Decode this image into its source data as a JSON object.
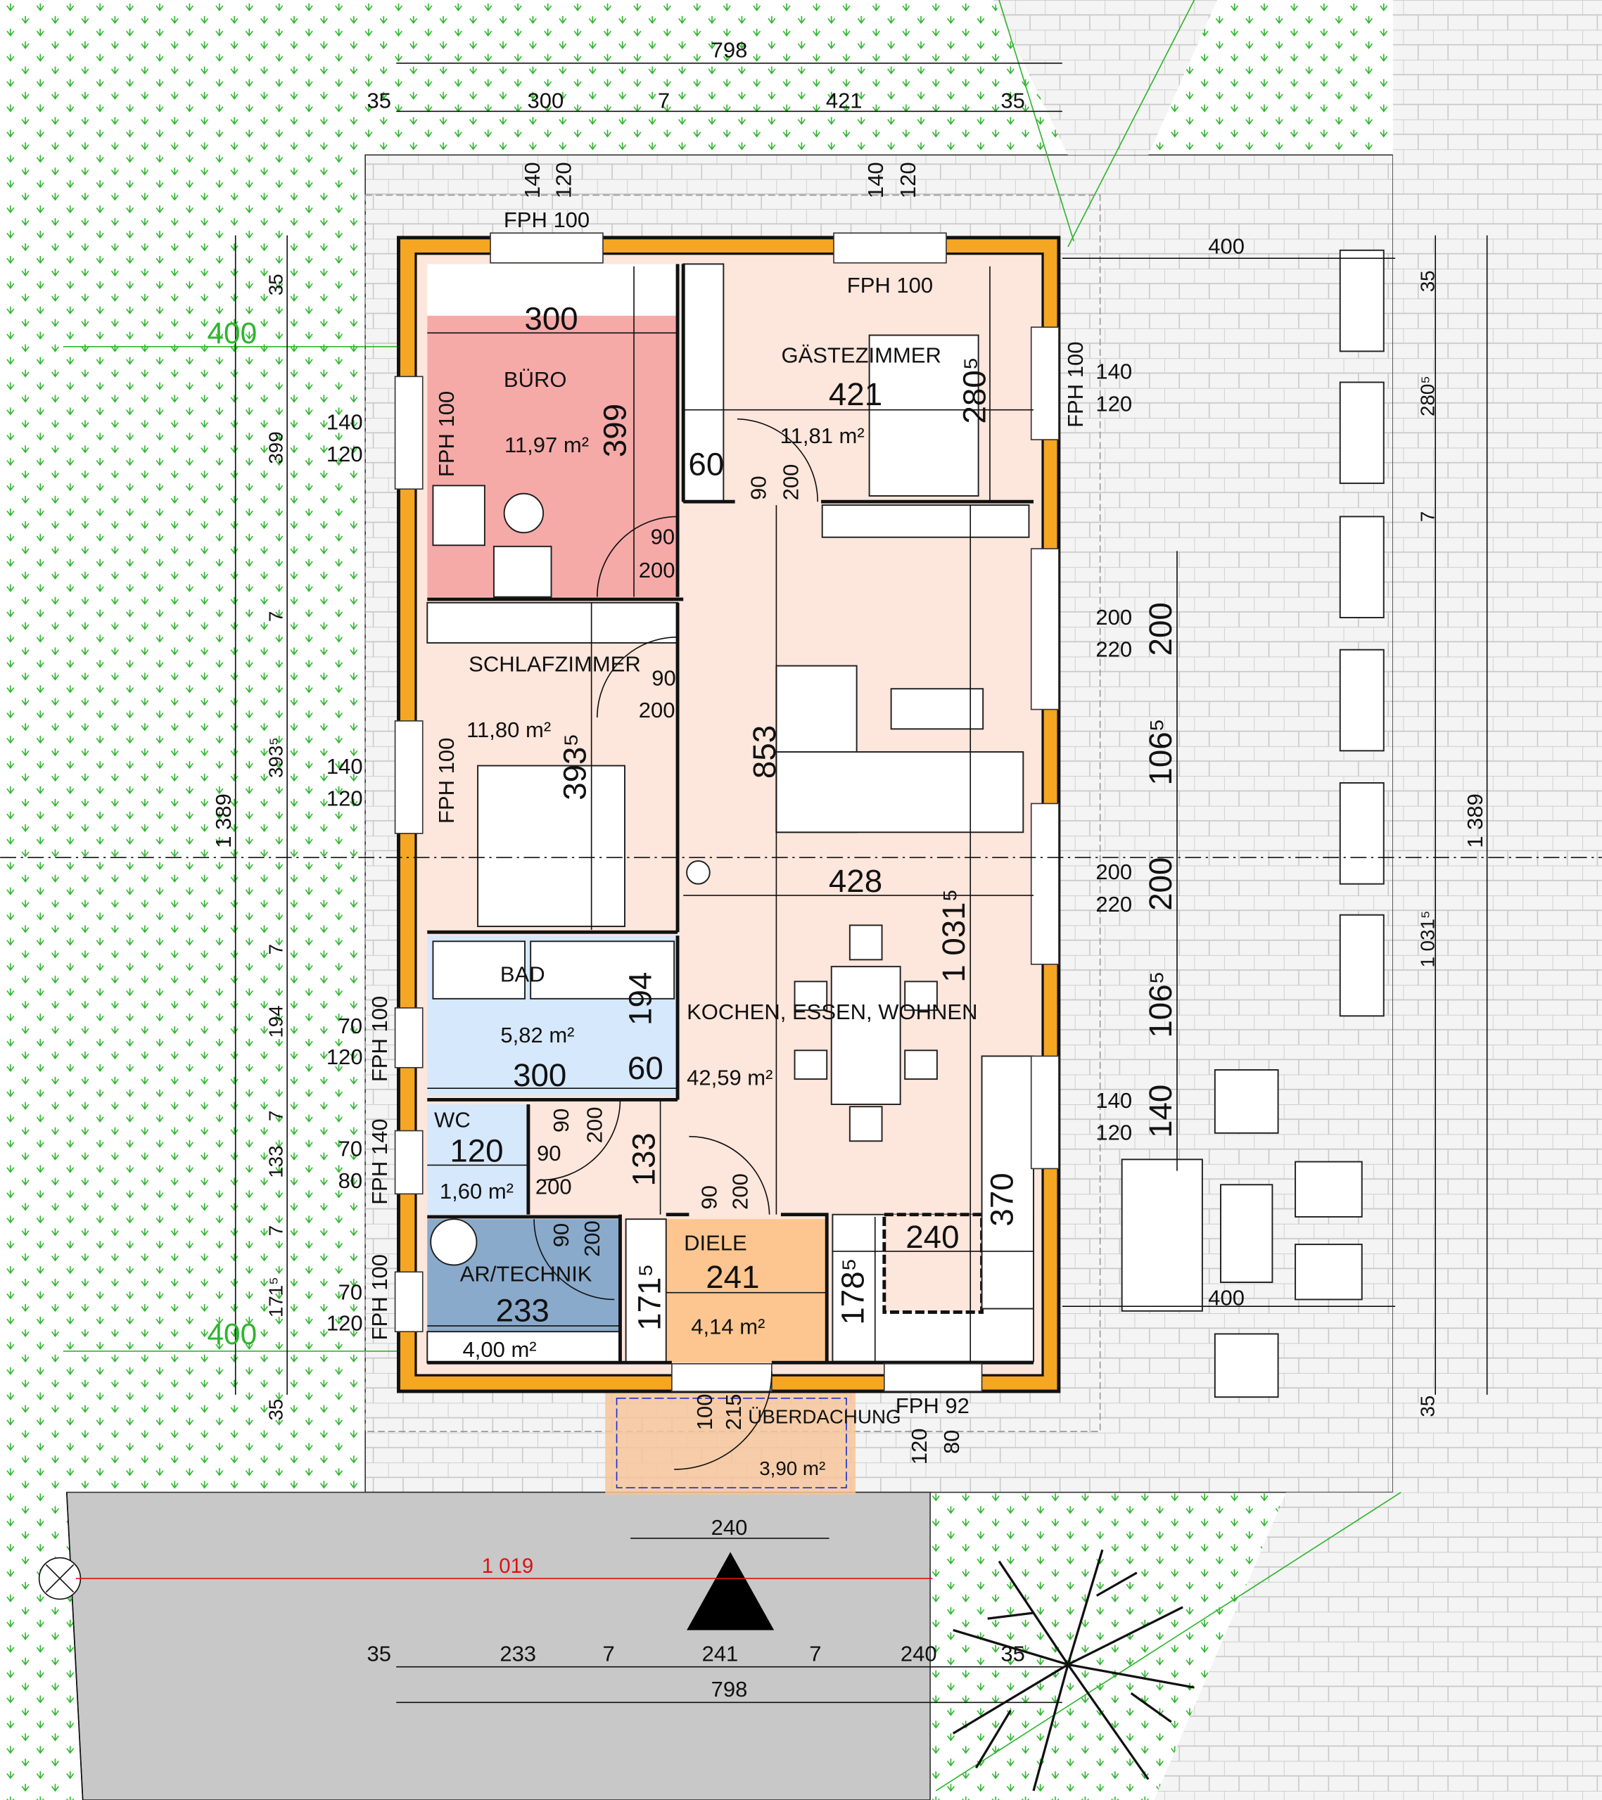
{
  "colors": {
    "grass": "#ffffff",
    "grass_mark": "#2db52d",
    "paving": "#f2f2f2",
    "road": "#c8c8c8",
    "insulation": "#f5a623",
    "buero": "#f5aaa8",
    "guest": "#fde6dc",
    "bath": "#d6e8fb",
    "technik": "#8aaacb",
    "diele": "#fdc690",
    "site_line": "#e01010"
  },
  "top_dims": {
    "overall": "798",
    "segments": [
      "35",
      "300",
      "7",
      "421",
      "35"
    ]
  },
  "top_window_dims": [
    "140",
    "120",
    "140",
    "120"
  ],
  "window_labels": [
    "FPH 100",
    "FPH 100",
    "FPH 100",
    "FPH 100",
    "FPH 100",
    "FPH 100",
    "FPH 140",
    "FPH 100",
    "FPH 92"
  ],
  "boundary_dims": [
    "400",
    "400"
  ],
  "terrace_dims": [
    "400",
    "400"
  ],
  "left_chain": {
    "overall": "1 389",
    "segments": [
      "35",
      "399",
      "7",
      "393⁵",
      "7",
      "194",
      "7",
      "133",
      "7",
      "171⁵",
      "35"
    ]
  },
  "right_chain": {
    "overall": "1 389",
    "segments": [
      "35",
      "280⁵",
      "7",
      "1 031⁵",
      "35"
    ]
  },
  "window_dims_left": [
    "140",
    "120",
    "140",
    "120",
    "70",
    "120",
    "70",
    "80",
    "70",
    "120"
  ],
  "window_dims_right": [
    "140",
    "120",
    "200",
    "220",
    "200",
    "220",
    "140",
    "120"
  ],
  "right_dims_large": [
    "200",
    "106⁵",
    "200",
    "106⁵",
    "140"
  ],
  "rooms": {
    "buero": {
      "name": "BÜRO",
      "area": "11,97 m²"
    },
    "guest": {
      "name": "GÄSTEZIMMER",
      "area": "11,81 m²"
    },
    "bedroom": {
      "name": "SCHLAFZIMMER",
      "area": "11,80 m²"
    },
    "bath": {
      "name": "BAD",
      "area": "5,82 m²"
    },
    "living": {
      "name": "KOCHEN, ESSEN, WOHNEN",
      "area": "42,59 m²"
    },
    "wc": {
      "name": "WC",
      "area": "1,60 m²"
    },
    "technik": {
      "name": "AR/TECHNIK",
      "area": "4,00 m²"
    },
    "diele": {
      "name": "DIELE",
      "area": "4,14 m²"
    },
    "canopy": {
      "name": "ÜBERDACHUNG",
      "area": "3,90 m²"
    }
  },
  "interior_dims": [
    "300",
    "399",
    "421",
    "280⁵",
    "60",
    "393⁵",
    "853",
    "428",
    "1 031⁵",
    "300",
    "194",
    "60",
    "120",
    "133",
    "233",
    "241",
    "171⁵",
    "178⁵",
    "240",
    "370"
  ],
  "door_dims": [
    "90",
    "200",
    "90",
    "200",
    "90",
    "200",
    "90",
    "200",
    "90",
    "200",
    "90",
    "200",
    "90",
    "200",
    "100",
    "215",
    "120",
    "80"
  ],
  "bottom_dims": {
    "entry_width": "240",
    "site_width": "1 019",
    "segments": [
      "35",
      "233",
      "7",
      "241",
      "7",
      "240",
      "35"
    ],
    "overall": "798"
  }
}
